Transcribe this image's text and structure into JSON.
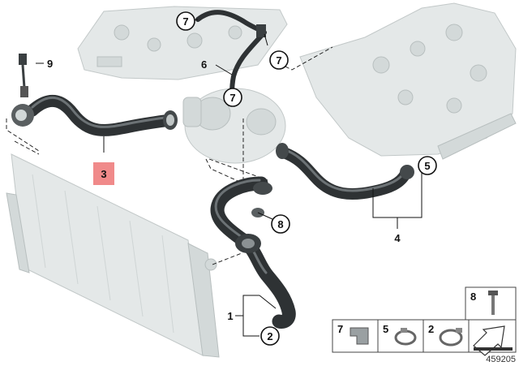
{
  "callouts": {
    "c1": "1",
    "c2": "2",
    "c3": "3",
    "c4": "4",
    "c5": "5",
    "c6": "6",
    "c7a": "7",
    "c7b": "7",
    "c7c": "7",
    "c8": "8",
    "c9": "9"
  },
  "highlight_color": "#f08a8a",
  "legend": {
    "item_8": "8",
    "item_7": "7",
    "item_5": "5",
    "item_2": "2"
  },
  "figure_id": "459205"
}
